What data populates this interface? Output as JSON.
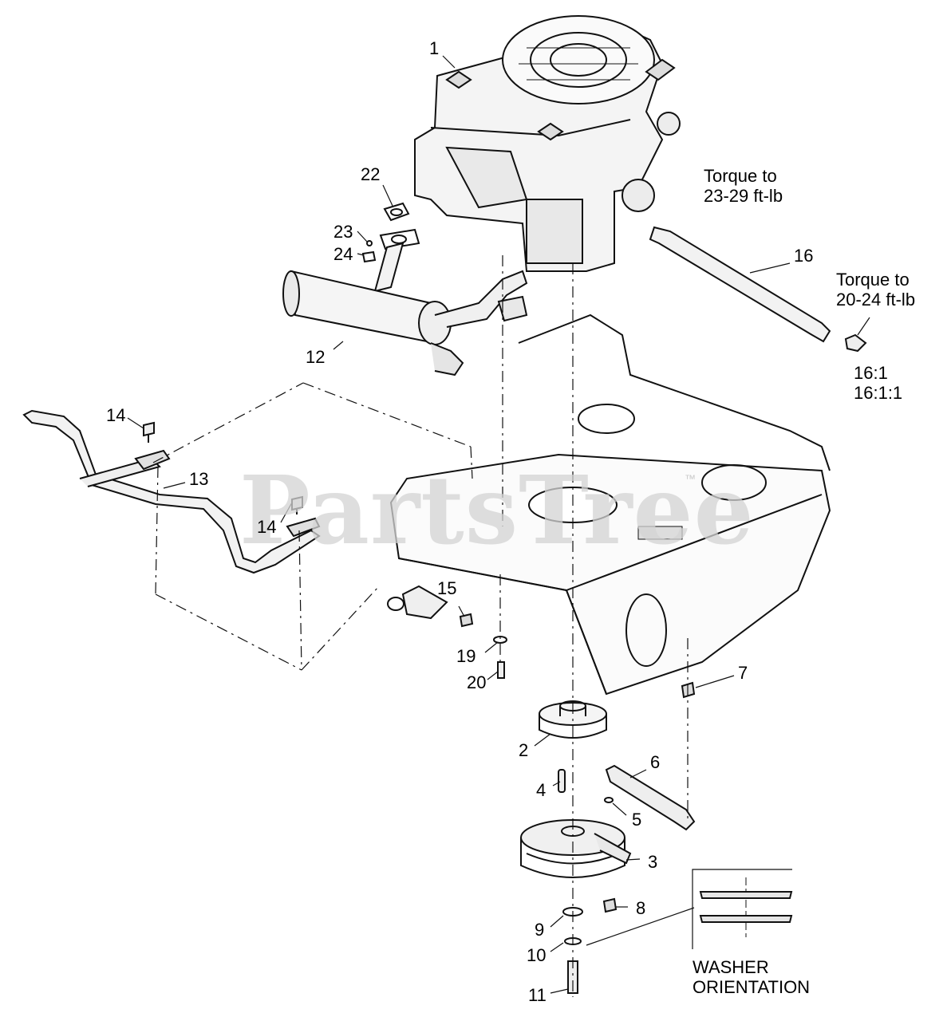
{
  "watermark": "PartsTree",
  "watermark_tm": "™",
  "notes": {
    "torque_a_line1": "Torque to",
    "torque_a_line2": "23-29 ft-lb",
    "torque_b_line1": "Torque to",
    "torque_b_line2": "20-24 ft-lb",
    "variant_1": "16:1",
    "variant_2": "16:1:1",
    "washer_line1": "WASHER",
    "washer_line2": "ORIENTATION"
  },
  "callouts": {
    "c1": "1",
    "c2": "2",
    "c3": "3",
    "c4": "4",
    "c5": "5",
    "c6": "6",
    "c7": "7",
    "c8": "8",
    "c9": "9",
    "c10": "10",
    "c11": "11",
    "c12": "12",
    "c13": "13",
    "c14a": "14",
    "c14b": "14",
    "c15": "15",
    "c16": "16",
    "c19": "19",
    "c20": "20",
    "c22": "22",
    "c23": "23",
    "c24": "24"
  }
}
